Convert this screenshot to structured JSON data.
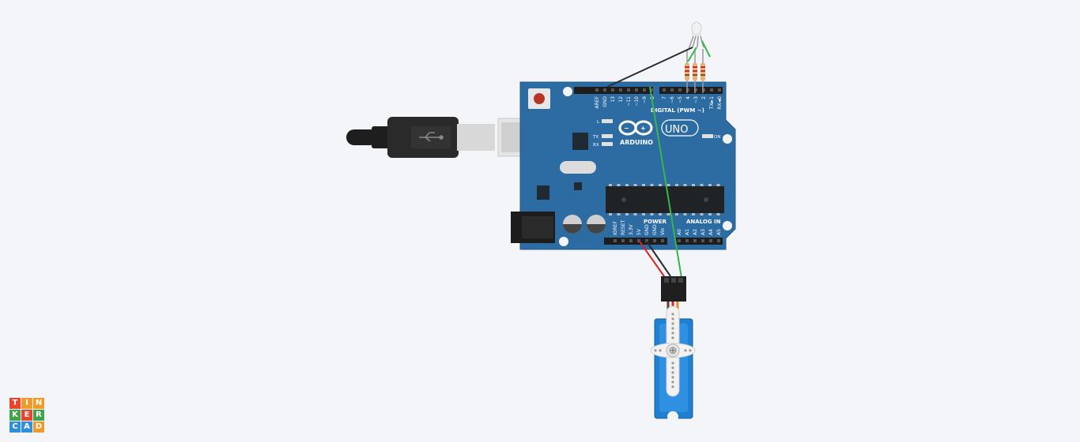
{
  "app": {
    "logo_letters": [
      "T",
      "I",
      "N",
      "K",
      "E",
      "R",
      "C",
      "A",
      "D"
    ]
  },
  "board": {
    "brand": "ARDUINO",
    "model": "UNO",
    "on_label": "ON",
    "led_labels": {
      "l": "L",
      "tx": "TX",
      "rx": "RX"
    },
    "digital_label": "DIGITAL (PWM ~)",
    "power_label": "POWER",
    "analog_label": "ANALOG IN",
    "top_left_pins": [
      "AREF",
      "GND",
      "13",
      "12",
      "~11",
      "~10",
      "~9",
      "8"
    ],
    "top_right_pins": [
      "7",
      "~6",
      "~5",
      "4",
      "~3",
      "2",
      "TX►1",
      "RX◄0"
    ],
    "power_pins": [
      "IOREF",
      "RESET",
      "3.3V",
      "5V",
      "GND",
      "GND",
      "Vin"
    ],
    "analog_pins": [
      "A0",
      "A1",
      "A2",
      "A3",
      "A4",
      "A5"
    ]
  },
  "colors": {
    "board": "#2d6ca3",
    "wire_black": "#2b2b2b",
    "wire_red": "#d42626",
    "wire_green": "#39b54a",
    "servo_blue": "#1f7fd0",
    "logo_t": "#e8452c",
    "logo_i": "#f09a2b",
    "logo_n": "#f09a2b",
    "logo_k": "#3fa44a",
    "logo_e": "#e8452c",
    "logo_r": "#3fa44a",
    "logo_c": "#2f8fd8",
    "logo_a": "#2f8fd8",
    "logo_d": "#f09a2b"
  }
}
